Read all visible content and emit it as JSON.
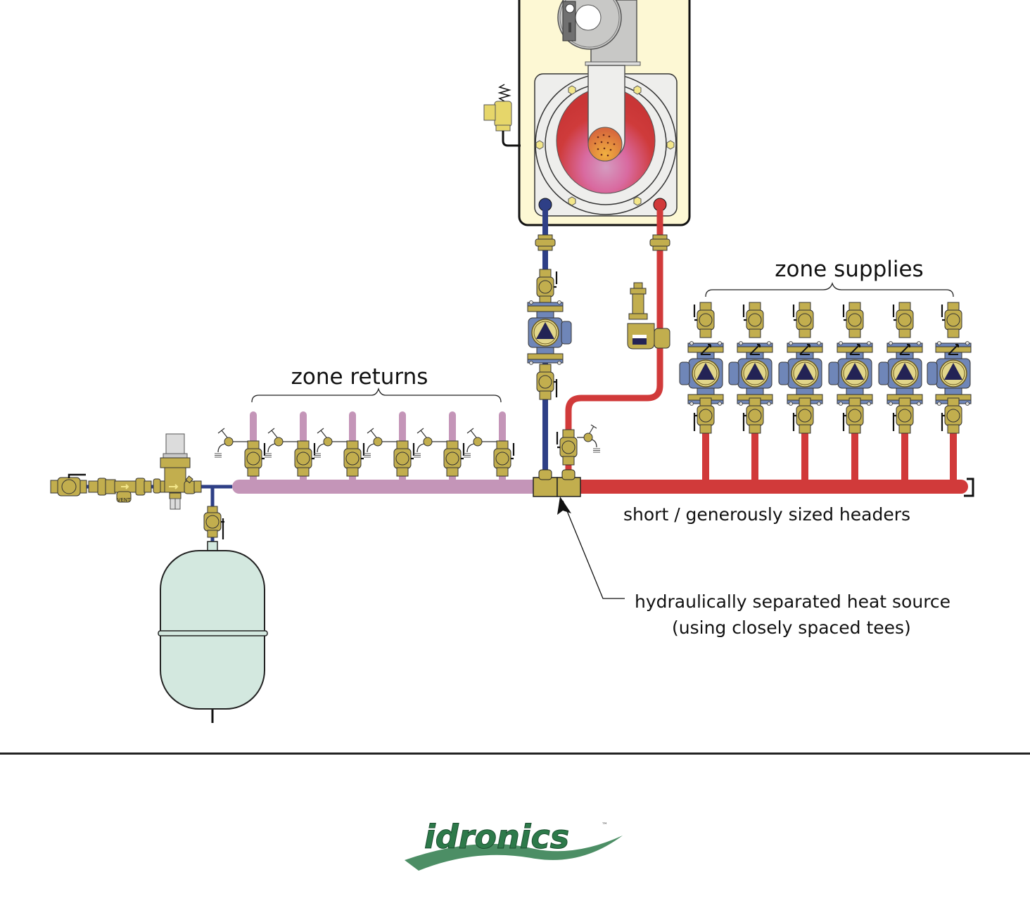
{
  "title": "Hydraulically separated boiler with zone circulators and headers",
  "labels": {
    "zone_supplies": "zone supplies",
    "zone_returns": "zone returns",
    "headers_note": "short / generously sized headers",
    "separation_note_line1": "hydraulically separated heat source",
    "separation_note_line2": "(using closely spaced tees)",
    "purge_tag": "VENT"
  },
  "logo": {
    "text": "idronics",
    "tm": "™"
  },
  "components": {
    "boiler": "boiler",
    "relief_valve": "pressure relief valve",
    "boiler_circulator": "boiler circulator",
    "air_separator": "air vent / separator",
    "expansion_tank": "expansion tank",
    "feed_valve": "pressure reducing feed valve",
    "backflow_preventer": "backflow preventer",
    "zone_circulator_count": 6,
    "zone_return_valve_count": 6
  },
  "colors": {
    "supply": "#d13a3a",
    "return_header": "#c495b8",
    "boiler_return": "#2e3f86",
    "brass": "#c2ae4e",
    "pump_body": "#6f86b8",
    "pump_face": "#e2d68a",
    "pump_triangle": "#232355",
    "boiler_cabinet": "#fdf8d4",
    "tank": "#d3e8df",
    "logo_green": "#2d7a4a"
  }
}
